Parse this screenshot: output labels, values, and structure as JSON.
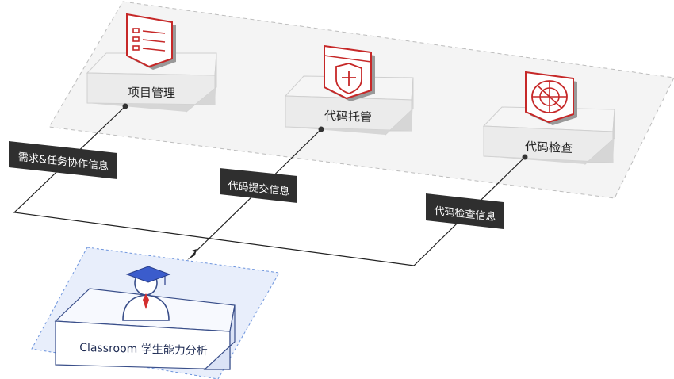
{
  "modules": {
    "project_mgmt": {
      "label": "项目管理",
      "icon": "checklist-icon"
    },
    "code_hosting": {
      "label": "代码托管",
      "icon": "shield-plus-icon"
    },
    "code_check": {
      "label": "代码检查",
      "icon": "radar-icon"
    },
    "classroom": {
      "label": "Classroom 学生能力分析",
      "icon": "graduate-student-icon"
    }
  },
  "flows": {
    "requirements": "需求&任务协作信息",
    "commits": "代码提交信息",
    "checks": "代码检查信息"
  },
  "colors": {
    "box_top": "#ebebeb",
    "box_side": "#d6d6d6",
    "platform_dash": "#bdbdbd",
    "icon_red": "#c62828",
    "classroom_fill": "#e8eefb",
    "classroom_dash": "#6e95dd",
    "classroom_stroke": "#3a4f8a",
    "tag_bg": "#2f2f2f",
    "line": "#222222"
  }
}
